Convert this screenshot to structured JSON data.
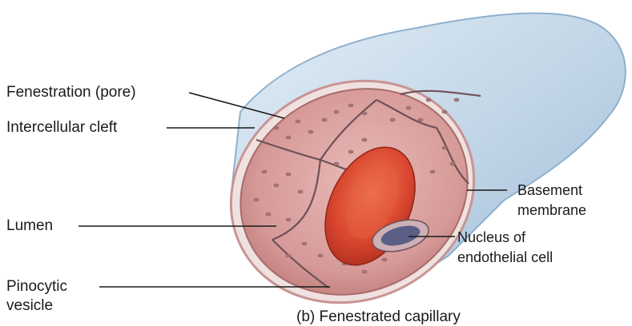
{
  "labels": {
    "fenestration": "Fenestration (pore)",
    "intercellular_cleft": "Intercellular cleft",
    "lumen": "Lumen",
    "pinocytic_vesicle": [
      "Pinocytic",
      "vesicle"
    ],
    "basement_membrane": [
      "Basement",
      "membrane"
    ],
    "nucleus": [
      "Nucleus of",
      "endothelial cell"
    ]
  },
  "caption": "(b) Fenestrated capillary",
  "colors": {
    "basement_membrane": "#bcd3e6",
    "endothelium": "#d9a2a0",
    "red_blood_cell": "#d9452e",
    "nucleus": "#5a5f86",
    "leader_line": "#1a1a1a"
  }
}
